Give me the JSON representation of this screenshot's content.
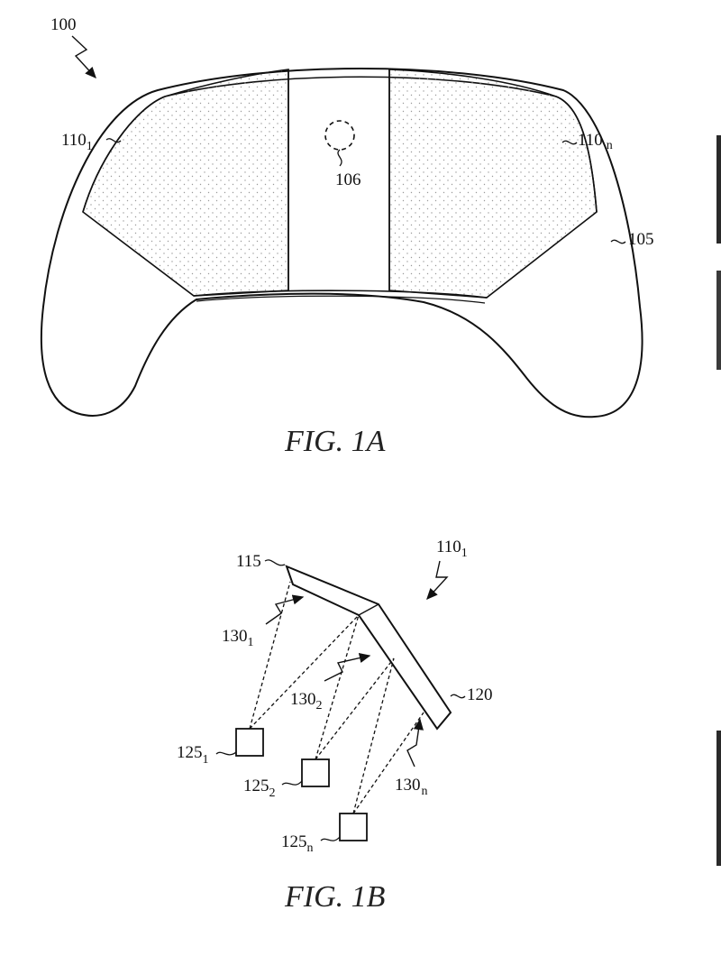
{
  "figures": [
    {
      "caption": "FIG. 1A",
      "labels": {
        "device": "100",
        "housing": "105",
        "center_element": "106",
        "panel_first": "110",
        "panel_first_sub": "1",
        "panel_last": "110",
        "panel_last_sub": "n"
      }
    },
    {
      "caption": "FIG. 1B",
      "labels": {
        "assembly": "110",
        "assembly_sub": "1",
        "segment_first": "115",
        "segment_second": "120",
        "ray_first": "130",
        "ray_first_sub": "1",
        "ray_second": "130",
        "ray_second_sub": "2",
        "ray_last": "130",
        "ray_last_sub": "n",
        "sensor_first": "125",
        "sensor_first_sub": "1",
        "sensor_second": "125",
        "sensor_second_sub": "2",
        "sensor_last": "125",
        "sensor_last_sub": "n"
      }
    }
  ],
  "colors": {
    "line": "#111111",
    "dots": "#9a9a9a",
    "caption": "#222222"
  }
}
